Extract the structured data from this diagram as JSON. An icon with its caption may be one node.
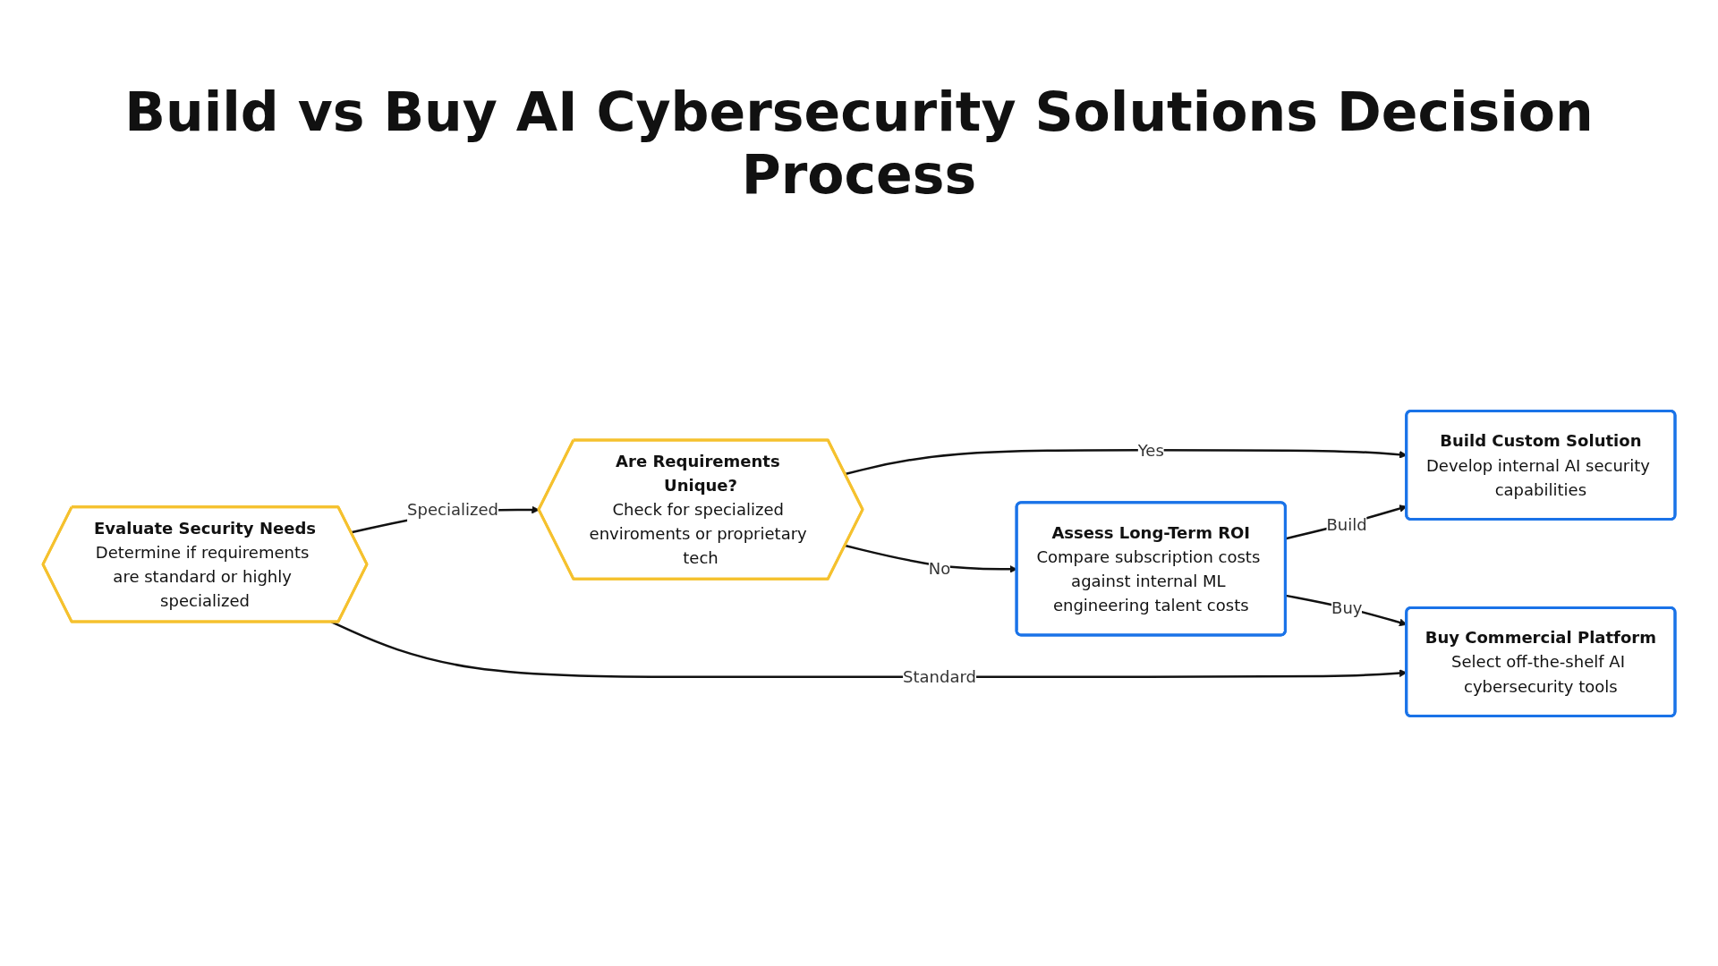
{
  "diagram": {
    "title": "Build vs Buy AI Cybersecurity Solutions Decision Process",
    "nodes": [
      {
        "text": [
          "Evaluate Security Needs",
          "Determine if requirements are standard or highly specialized"
        ]
      },
      {
        "text": [
          "Are Requirements Unique?",
          "Check for specialized enviroments or proprietary tech"
        ]
      },
      {
        "text": [
          "Assess Long-Term ROI",
          "Compare subscription costs against internal ML engineering talent costs"
        ]
      },
      {
        "text": [
          "Build Custom Solution",
          "Develop internal AI security capabilities"
        ]
      },
      {
        "text": [
          "Buy Commercial Platform",
          "Select off-the-shelf AI cybersecurity tools"
        ]
      }
    ],
    "edges": [
      {
        "from": 0,
        "to": 1,
        "label": "Specialized",
        "arrow": "to"
      },
      {
        "from": 0,
        "to": 4,
        "label": "Standard",
        "arrow": "to"
      },
      {
        "from": 1,
        "to": 3,
        "label": "Yes",
        "arrow": "to"
      },
      {
        "from": 1,
        "to": 2,
        "label": "No",
        "arrow": "to"
      },
      {
        "from": 2,
        "to": 3,
        "label": "Build",
        "arrow": "to"
      },
      {
        "from": 2,
        "to": 4,
        "label": "Buy",
        "arrow": "to"
      }
    ]
  }
}
